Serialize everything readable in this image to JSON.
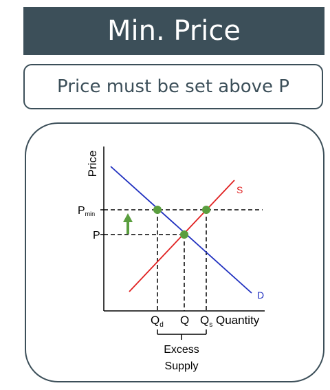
{
  "slide": {
    "title": "Min. Price",
    "subtitle": "Price must be set above P"
  },
  "diagram": {
    "y_axis_label": "Price",
    "x_axis_label": "Quantity",
    "supply_label": "S",
    "demand_label": "D",
    "pmin_label": "P",
    "pmin_subscript": "min",
    "p_label": "P",
    "qd_label": "Q",
    "qd_subscript": "d",
    "q_label": "Q",
    "qs_label": "Q",
    "qs_subscript": "s",
    "bracket_line1": "Excess",
    "bracket_line2": "Supply",
    "colors": {
      "supply": "#e02020",
      "demand": "#1f2fbf",
      "points": "#5a9e3e",
      "arrow": "#5a9e3e",
      "frame": "#3c4f59"
    }
  }
}
